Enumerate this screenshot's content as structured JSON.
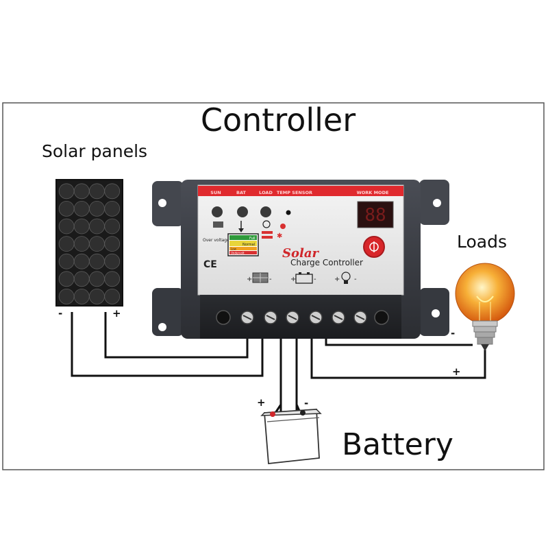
{
  "labels": {
    "title": "Controller",
    "solar_panels": "Solar panels",
    "loads": "Loads",
    "battery": "Battery"
  },
  "controller": {
    "indicators": [
      "SUN",
      "BAT",
      "LOAD",
      "TEMP SENSOR",
      "WORK MODE"
    ],
    "brand": "Solar",
    "subtitle": "Charge Controller",
    "over_voltage": "Over voltage",
    "full": "Full",
    "normal": "Normal",
    "low": "Low",
    "undervoltage": "Undervolt",
    "ce_mark": "CE"
  },
  "polarity": {
    "minus": "-",
    "plus": "+"
  },
  "colors": {
    "red_strip": "#e02a2e",
    "controller_body": "#3d4047",
    "faceplate": "#ececec",
    "bulb_glow": "#f5a623"
  },
  "icons": [
    "solar-panel-icon",
    "battery-icon",
    "bulb-icon",
    "ce-mark-icon"
  ]
}
